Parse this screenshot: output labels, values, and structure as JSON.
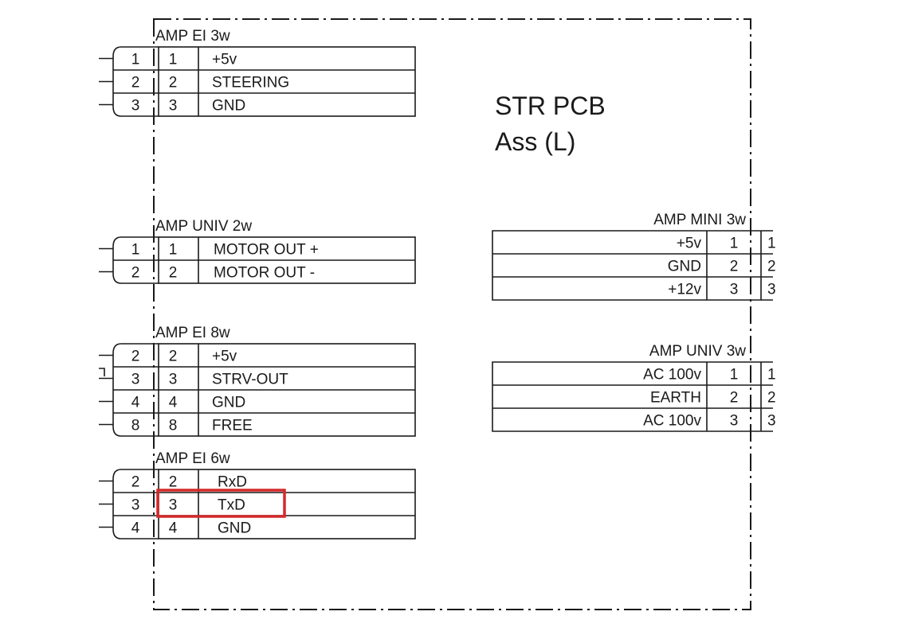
{
  "title": {
    "line1": "STR PCB",
    "line2": "Ass (L)"
  },
  "left_connectors": [
    {
      "label": "AMP EI 3w",
      "rows": [
        {
          "ext": "1",
          "pin": "1",
          "signal": "+5v"
        },
        {
          "ext": "2",
          "pin": "2",
          "signal": "STEERING"
        },
        {
          "ext": "3",
          "pin": "3",
          "signal": "GND"
        }
      ]
    },
    {
      "label": "AMP UNIV 2w",
      "rows": [
        {
          "ext": "1",
          "pin": "1",
          "signal": "MOTOR OUT +"
        },
        {
          "ext": "2",
          "pin": "2",
          "signal": "MOTOR OUT -"
        }
      ]
    },
    {
      "label": "AMP EI 8w",
      "rows": [
        {
          "ext": "2",
          "pin": "2",
          "signal": "+5v"
        },
        {
          "ext": "3",
          "pin": "3",
          "signal": "STRV-OUT"
        },
        {
          "ext": "4",
          "pin": "4",
          "signal": "GND"
        },
        {
          "ext": "8",
          "pin": "8",
          "signal": "FREE"
        }
      ]
    },
    {
      "label": "AMP EI 6w",
      "rows": [
        {
          "ext": "2",
          "pin": "2",
          "signal": "RxD"
        },
        {
          "ext": "3",
          "pin": "3",
          "signal": "TxD"
        },
        {
          "ext": "4",
          "pin": "4",
          "signal": "GND"
        }
      ]
    }
  ],
  "right_connectors": [
    {
      "label": "AMP MINI 3w",
      "rows": [
        {
          "signal": "+5v",
          "pin": "1",
          "ext": "1"
        },
        {
          "signal": "GND",
          "pin": "2",
          "ext": "2"
        },
        {
          "signal": "+12v",
          "pin": "3",
          "ext": "3"
        }
      ]
    },
    {
      "label": "AMP UNIV 3w",
      "rows": [
        {
          "signal": "AC 100v",
          "pin": "1",
          "ext": "1"
        },
        {
          "signal": "EARTH",
          "pin": "2",
          "ext": "2"
        },
        {
          "signal": "AC 100v",
          "pin": "3",
          "ext": "3"
        }
      ]
    }
  ],
  "highlight": {
    "connector": "AMP EI 6w",
    "row": 1,
    "color": "#d42a2a"
  },
  "colors": {
    "line": "#1a1a1a",
    "highlight": "#d42a2a"
  }
}
